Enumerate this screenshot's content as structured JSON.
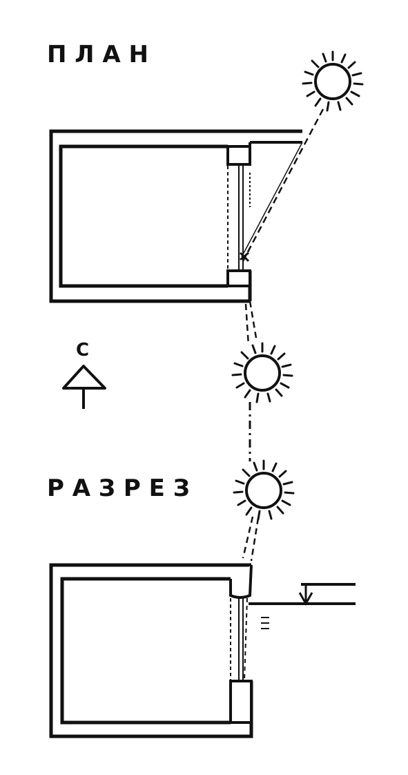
{
  "labels": {
    "plan": "П Л А Н",
    "section": "Р А З Р Е З",
    "north": "С"
  },
  "colors": {
    "ink": "#111111",
    "paper": "#ffffff"
  },
  "icons": [
    "sun-icon",
    "sun-icon",
    "sun-icon",
    "north-arrow-icon",
    "water-level-icon"
  ]
}
